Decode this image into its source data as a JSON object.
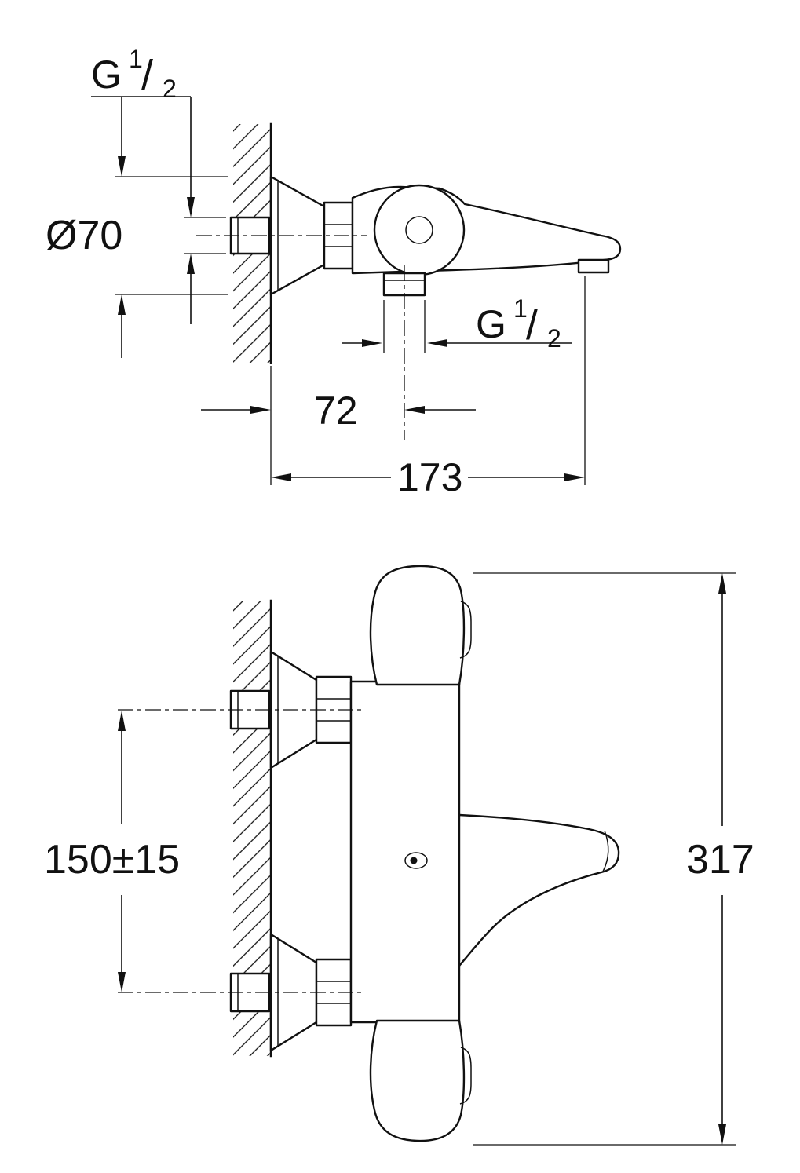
{
  "drawing": {
    "background_color": "#ffffff",
    "line_color": "#111111",
    "views": {
      "top": {
        "name": "side-elevation",
        "labels": {
          "wall_thread": {
            "letter": "G",
            "numerator": "1",
            "slash": "/",
            "denominator": "2"
          },
          "escutcheon_diameter": "Ø70",
          "outlet_thread": {
            "letter": "G",
            "numerator": "1",
            "slash": "/",
            "denominator": "2"
          },
          "outlet_offset_mm": "72",
          "spout_projection_mm": "173"
        }
      },
      "front": {
        "name": "front-elevation",
        "labels": {
          "connection_distance_mm": "150±15",
          "overall_height_mm": "317"
        }
      }
    }
  }
}
